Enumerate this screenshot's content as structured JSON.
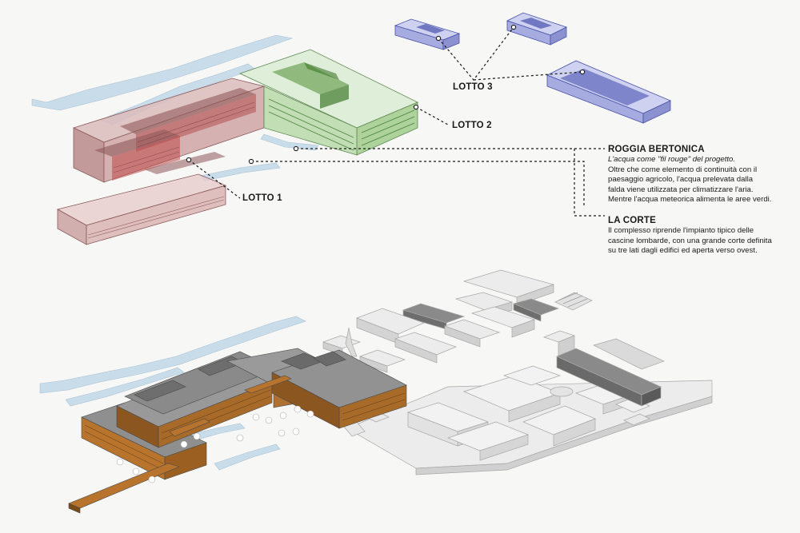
{
  "labels": {
    "lotto1": "LOTTO 1",
    "lotto2": "LOTTO 2",
    "lotto3": "LOTTO 3"
  },
  "notes": {
    "roggia": {
      "title": "ROGGIA BERTONICA",
      "subtitle": "L'acqua come \"fil rouge\" del progetto.",
      "lines": [
        "Oltre che come elemento di continuità con il",
        "paesaggio agricolo, l'acqua prelevata dalla",
        "falda viene utilizzata per climatizzare l'aria.",
        "Mentre l'acqua meteorica alimenta le aree verdi."
      ]
    },
    "corte": {
      "title": "LA CORTE",
      "lines": [
        "Il complesso riprende l'impianto tipico delle",
        "cascine lombarde, con una grande corte definita",
        "su tre lati dagli edifici ed aperta verso ovest."
      ]
    }
  },
  "colors": {
    "lotto1": "#c9a2a2",
    "lotto2": "#9ccc8f",
    "lotto3": "#8e96d6",
    "water": "#c6dbe8",
    "roof": "#8c8c8c",
    "facade": "#b8742c",
    "context": "#dcdcdc"
  }
}
